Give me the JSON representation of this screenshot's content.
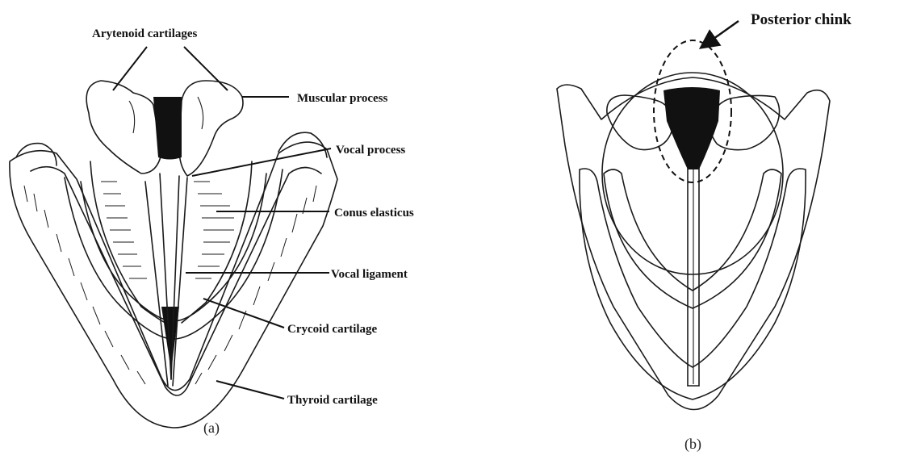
{
  "panel_a": {
    "caption": "(a)",
    "labels": {
      "arytenoid": "Arytenoid cartilages",
      "muscular": "Muscular process",
      "vocal_process": "Vocal process",
      "conus": "Conus elasticus",
      "vocal_ligament": "Vocal ligament",
      "cricoid": "Crycoid cartilage",
      "thyroid": "Thyroid cartilage"
    }
  },
  "panel_b": {
    "caption": "(b)",
    "labels": {
      "posterior_chink": "Posterior chink"
    }
  },
  "colors": {
    "ink": "#1a1a1a",
    "background": "#ffffff"
  }
}
